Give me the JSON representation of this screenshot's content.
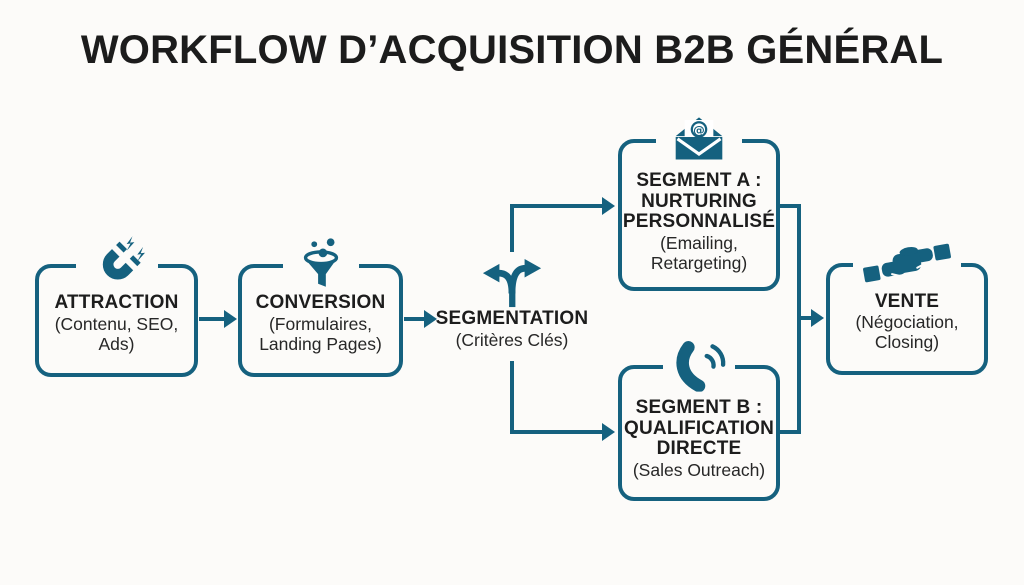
{
  "title": "WORKFLOW D’ACQUISITION B2B GÉNÉRAL",
  "colors": {
    "accent": "#15617F",
    "background": "#FCFBF9",
    "text": "#1C1C1C"
  },
  "icons": {
    "email_at": "@"
  },
  "nodes": {
    "attraction": {
      "icon": "magnet-icon",
      "title_lines": [
        "ATTRACTION"
      ],
      "subtitle_lines": [
        "(Contenu, SEO,",
        "Ads)"
      ]
    },
    "conversion": {
      "icon": "funnel-icon",
      "title_lines": [
        "CONVERSION"
      ],
      "subtitle_lines": [
        "(Formulaires,",
        "Landing Pages)"
      ]
    },
    "segmentation": {
      "icon": "split-arrows-icon",
      "title_lines": [
        "SEGMENTATION"
      ],
      "subtitle_lines": [
        "(Critères Clés)"
      ]
    },
    "segment_a": {
      "icon": "email-icon",
      "title_lines": [
        "SEGMENT A :",
        "NURTURING",
        "PERSONNALISÉ"
      ],
      "subtitle_lines": [
        "(Emailing,",
        "Retargeting)"
      ]
    },
    "segment_b": {
      "icon": "phone-icon",
      "title_lines": [
        "SEGMENT B :",
        "QUALIFICATION",
        "DIRECTE"
      ],
      "subtitle_lines": [
        "(Sales Outreach)"
      ]
    },
    "vente": {
      "icon": "handshake-icon",
      "title_lines": [
        "VENTE"
      ],
      "subtitle_lines": [
        "(Négociation,",
        "Closing)"
      ]
    }
  }
}
